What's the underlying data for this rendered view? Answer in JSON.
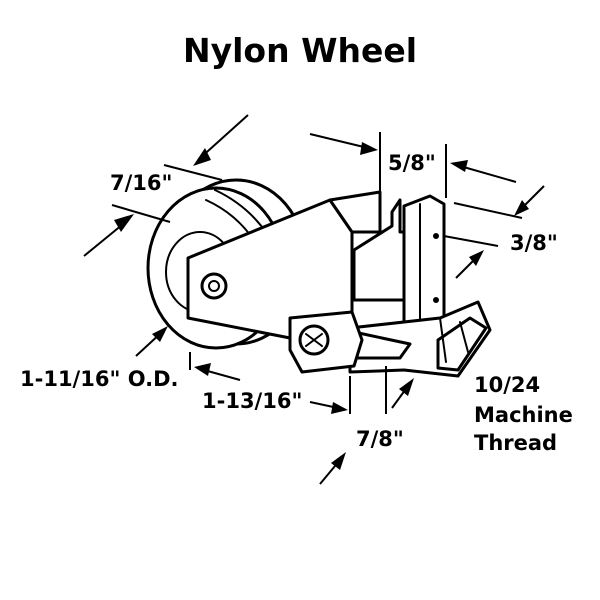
{
  "title": "Nylon Wheel",
  "dimensions": {
    "wheel_width": "7/16\"",
    "housing_width": "5/8\"",
    "thread_offset": "3/8\"",
    "wheel_diameter": "1-11/16\" O.D.",
    "overall_length": "1-13/16\"",
    "height": "7/8\""
  },
  "thread_note": {
    "line1": "10/24",
    "line2": "Machine",
    "line3": "Thread"
  }
}
